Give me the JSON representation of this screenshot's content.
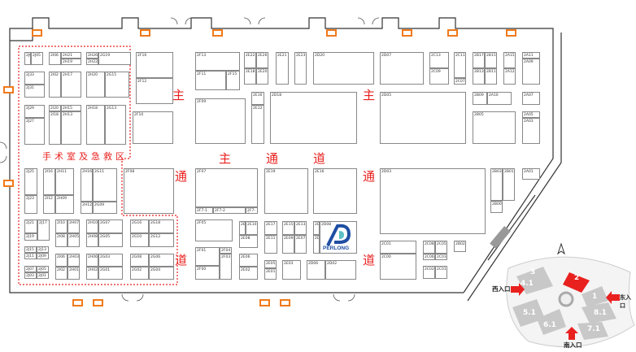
{
  "zone_label": "手术室及急救区",
  "aisles": [
    "主",
    "主",
    "主",
    "通",
    "道",
    "通",
    "道",
    "通",
    "道"
  ],
  "booths": [
    "2J01",
    "2J05",
    "2I06",
    "2H21",
    "2H19",
    "2H26",
    "2H22",
    "2G19",
    "2J33",
    "2J31",
    "2I02",
    "2H17",
    "2H20",
    "2G15",
    "2J29",
    "2J27",
    "2I20",
    "2I18",
    "2H15",
    "2H13",
    "2H18",
    "2G13",
    "2J25",
    "2J23",
    "2I16",
    "2H11",
    "2I12",
    "2H09",
    "2H16",
    "2G11",
    "2H12",
    "2G09",
    "2F08",
    "2J21",
    "2J17",
    "2J19",
    "2I10",
    "2H07",
    "2I08",
    "2H05",
    "2H10",
    "2G07",
    "2H08",
    "2G05",
    "2G16",
    "2G18",
    "2G10",
    "2G12",
    "2J15",
    "2J13",
    "2J11",
    "2J09",
    "2I06",
    "2H03",
    "2I02",
    "2H01",
    "2H06",
    "2G03",
    "2H02",
    "2G01",
    "2G08",
    "2G06",
    "2G02",
    "2G04",
    "2J07",
    "2J05",
    "2J03",
    "2J01",
    "2F16",
    "2F12",
    "2F10",
    "2F13",
    "2F11",
    "2F15",
    "2E22",
    "2E26",
    "2E18",
    "2E20",
    "2E21",
    "2E23",
    "2D20",
    "2F09",
    "2E16",
    "2E12",
    "2D18",
    "2D07",
    "2C13",
    "2C09",
    "2C11",
    "2C07",
    "2B17",
    "2B15",
    "2B13",
    "2B11",
    "2A15",
    "2A12",
    "2A11",
    "2A09",
    "2D05",
    "2B09",
    "2A10",
    "2A07",
    "2B05",
    "2A05",
    "2A03",
    "2F07",
    "2F7-1",
    "2F7-2",
    "2F7-4",
    "2E19",
    "2E16",
    "2D03",
    "2B03",
    "2B01",
    "2B00",
    "2A01",
    "2F05",
    "2E06",
    "2E10",
    "2E08",
    "2E17",
    "2E11",
    "2E15",
    "2E13",
    "2E09",
    "2E07",
    "2D10",
    "2D06",
    "2D08",
    "2F01",
    "2F00",
    "2F04",
    "2F03",
    "2E06",
    "2E02",
    "2E05",
    "2E01",
    "2E03",
    "2D06",
    "2D02",
    "2C01",
    "2C00",
    "2C08",
    "2C05",
    "2C06",
    "2C03",
    "2C02",
    "2C01",
    "2B02"
  ],
  "logo_text": "PERLONG",
  "minimap": {
    "halls": [
      "3",
      "4.1",
      "2",
      "1",
      "5.1",
      "6.1",
      "8.1",
      "7.1"
    ],
    "entrances": {
      "west": "西入口",
      "east": "东入口",
      "south": "南入口"
    },
    "current_hall_color": "#e8211f"
  },
  "colors": {
    "accent": "#e8211f",
    "marker": "#f07a1a",
    "wall": "#333333"
  }
}
